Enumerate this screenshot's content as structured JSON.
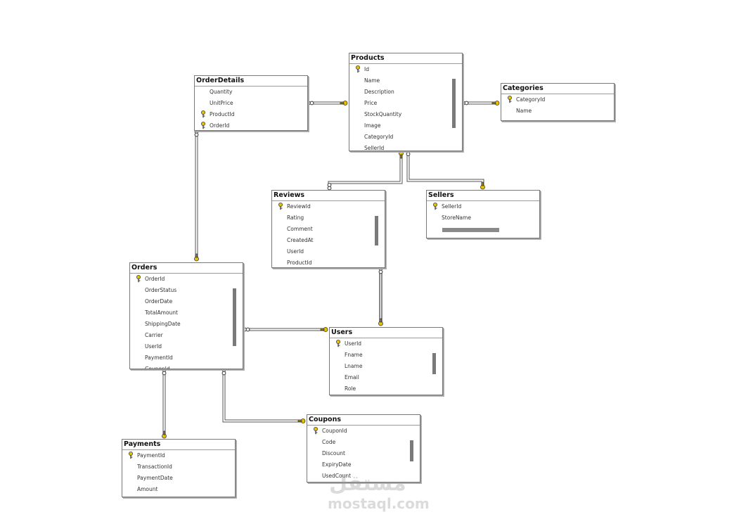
{
  "tables": {
    "orderdetails": {
      "title": "OrderDetails",
      "columns": [
        {
          "name": "Quantity",
          "key": false
        },
        {
          "name": "UnitPrice",
          "key": false
        },
        {
          "name": "ProductId",
          "key": true
        },
        {
          "name": "OrderId",
          "key": true
        }
      ]
    },
    "products": {
      "title": "Products",
      "columns": [
        {
          "name": "Id",
          "key": true
        },
        {
          "name": "Name",
          "key": false
        },
        {
          "name": "Description",
          "key": false
        },
        {
          "name": "Price",
          "key": false
        },
        {
          "name": "StockQuantity",
          "key": false
        },
        {
          "name": "Image",
          "key": false
        },
        {
          "name": "CategoryId",
          "key": false
        },
        {
          "name": "SellerId",
          "key": false
        }
      ]
    },
    "categories": {
      "title": "Categories",
      "columns": [
        {
          "name": "CategoryId",
          "key": true
        },
        {
          "name": "Name",
          "key": false
        }
      ]
    },
    "reviews": {
      "title": "Reviews",
      "columns": [
        {
          "name": "ReviewId",
          "key": true
        },
        {
          "name": "Rating",
          "key": false
        },
        {
          "name": "Comment",
          "key": false
        },
        {
          "name": "CreatedAt",
          "key": false
        },
        {
          "name": "UserId",
          "key": false
        },
        {
          "name": "ProductId",
          "key": false
        }
      ]
    },
    "sellers": {
      "title": "Sellers",
      "columns": [
        {
          "name": "SellerId",
          "key": true
        },
        {
          "name": "StoreName",
          "key": false
        }
      ]
    },
    "orders": {
      "title": "Orders",
      "columns": [
        {
          "name": "OrderId",
          "key": true
        },
        {
          "name": "OrderStatus",
          "key": false
        },
        {
          "name": "OrderDate",
          "key": false
        },
        {
          "name": "TotalAmount",
          "key": false
        },
        {
          "name": "ShippingDate",
          "key": false
        },
        {
          "name": "Carrier",
          "key": false
        },
        {
          "name": "UserId",
          "key": false
        },
        {
          "name": "PaymentId",
          "key": false
        },
        {
          "name": "CouponId",
          "key": false
        }
      ]
    },
    "users": {
      "title": "Users",
      "columns": [
        {
          "name": "UserId",
          "key": true
        },
        {
          "name": "Fname",
          "key": false
        },
        {
          "name": "Lname",
          "key": false
        },
        {
          "name": "Email",
          "key": false
        },
        {
          "name": "Role",
          "key": false
        }
      ]
    },
    "payments": {
      "title": "Payments",
      "columns": [
        {
          "name": "PaymentId",
          "key": true
        },
        {
          "name": "TransactionId",
          "key": false
        },
        {
          "name": "PaymentDate",
          "key": false
        },
        {
          "name": "Amount",
          "key": false
        }
      ]
    },
    "coupons": {
      "title": "Coupons",
      "columns": [
        {
          "name": "CouponId",
          "key": true
        },
        {
          "name": "Code",
          "key": false
        },
        {
          "name": "Discount",
          "key": false
        },
        {
          "name": "ExpiryDate",
          "key": false
        },
        {
          "name": "UsedCount",
          "key": false
        }
      ]
    }
  },
  "relationships": [
    {
      "from": "orderdetails",
      "to": "products"
    },
    {
      "from": "products",
      "to": "categories"
    },
    {
      "from": "reviews",
      "to": "products"
    },
    {
      "from": "products",
      "to": "sellers"
    },
    {
      "from": "orderdetails",
      "to": "orders"
    },
    {
      "from": "reviews",
      "to": "users"
    },
    {
      "from": "orders",
      "to": "users"
    },
    {
      "from": "orders",
      "to": "payments"
    },
    {
      "from": "orders",
      "to": "coupons"
    }
  ],
  "watermark": {
    "arabic": "مستقل",
    "latin": "mostaql.com"
  },
  "colors": {
    "key_icon": "#e8c200",
    "border": "#7a7a7a",
    "line": "#555555"
  }
}
